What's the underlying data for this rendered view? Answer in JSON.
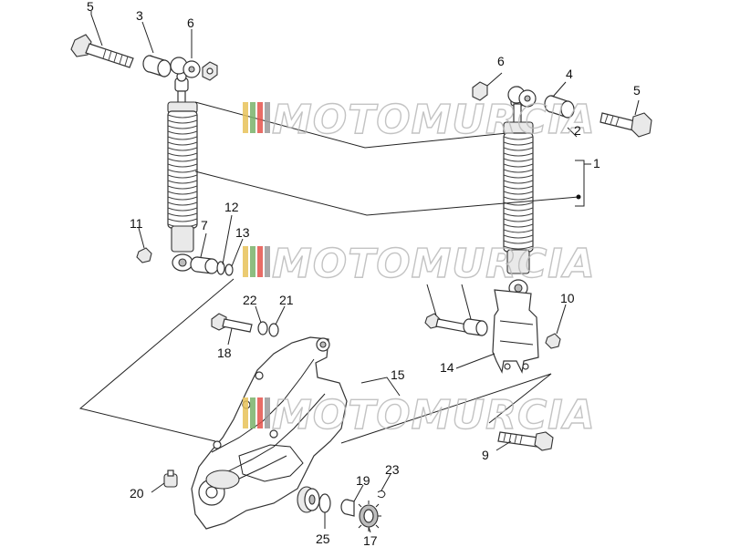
{
  "watermark": {
    "text": "MOTOMURCIA",
    "colors": [
      "#e8c35a",
      "#7ab26a",
      "#e4534c",
      "#9a9a9a"
    ]
  },
  "callouts": {
    "c1": "1",
    "c2": "2",
    "c3": "3",
    "c4": "4",
    "c5a": "5",
    "c5b": "5",
    "c6a": "6",
    "c6b": "6",
    "c7": "7",
    "c9": "9",
    "c10": "10",
    "c11": "11",
    "c12": "12",
    "c13": "13",
    "c14": "14",
    "c15": "15",
    "c17": "17",
    "c18": "18",
    "c19": "19",
    "c20": "20",
    "c21": "21",
    "c22": "22",
    "c23": "23",
    "c25": "25"
  }
}
